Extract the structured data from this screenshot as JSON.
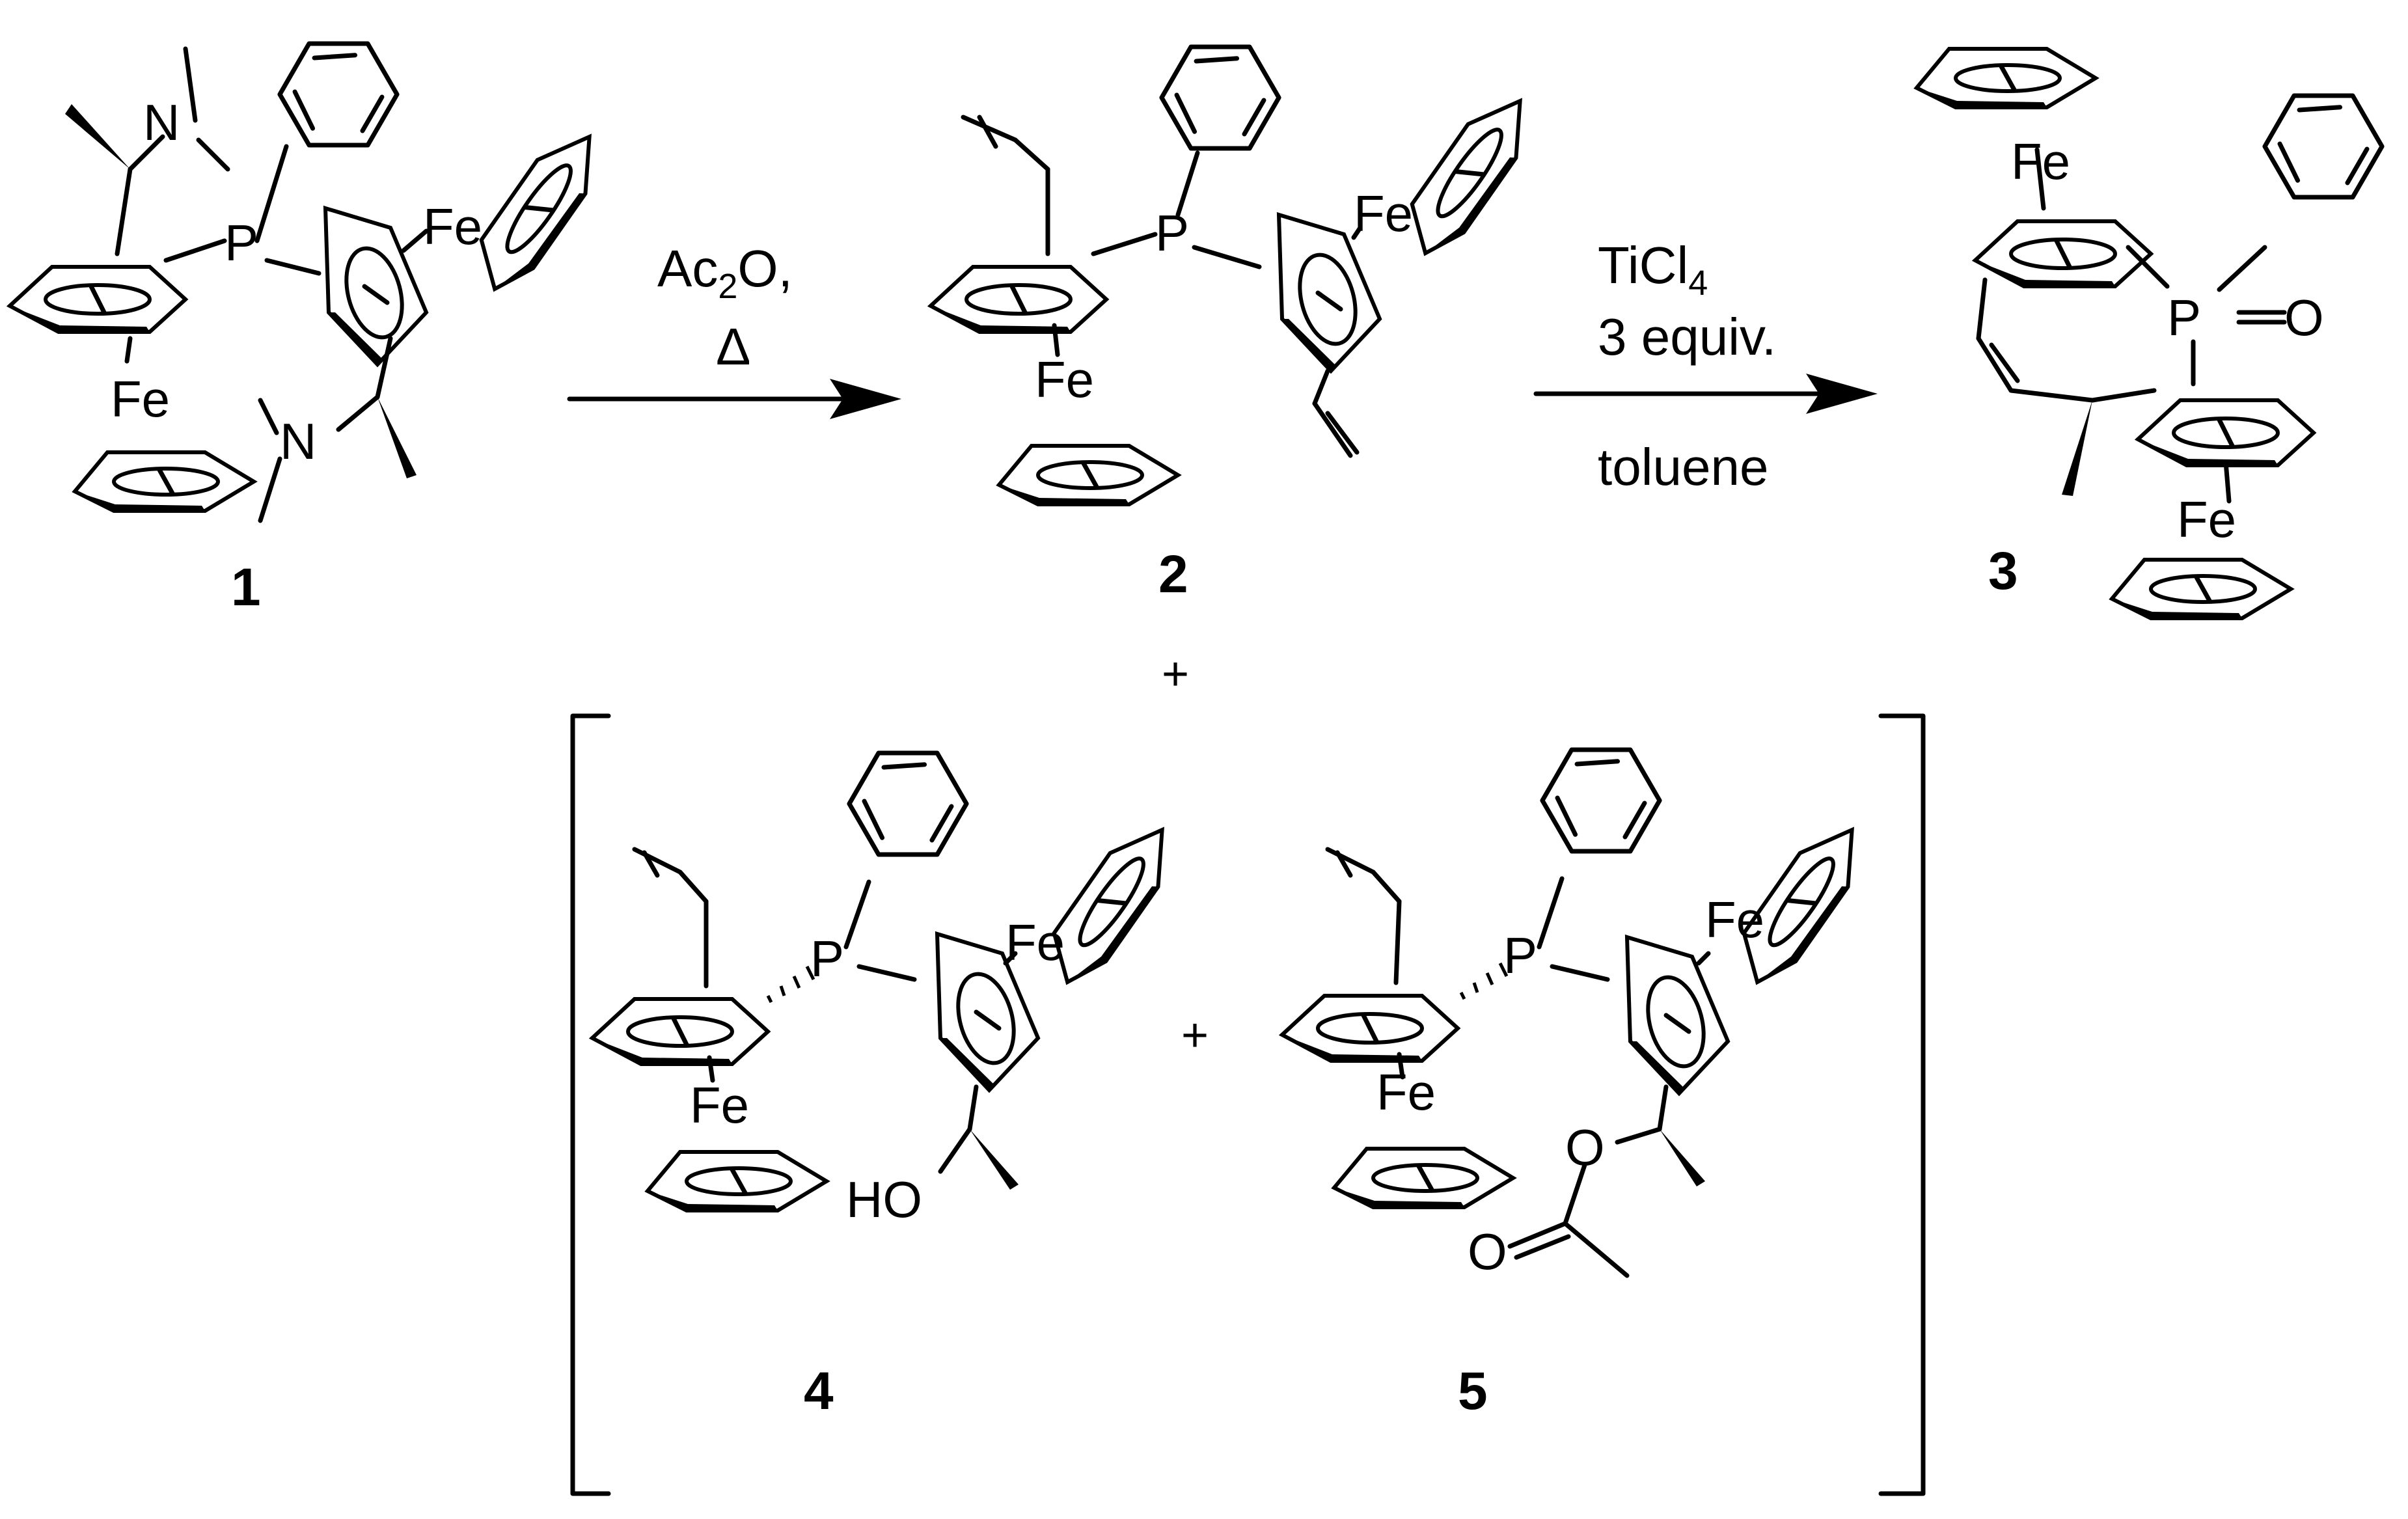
{
  "figure": {
    "atoms": {
      "fe": "Fe",
      "p": "P",
      "n": "N",
      "o": "O",
      "ho": "HO"
    },
    "compounds": {
      "c1": "1",
      "c2": "2",
      "c3": "3",
      "c4": "4",
      "c5": "5"
    },
    "reagents": {
      "step1_line1": "Ac",
      "step1_sub": "2",
      "step1_tail": "O,",
      "step1_line2": "Δ",
      "step2_line1": "TiCl",
      "step2_sub": "4",
      "step2_line2": "3 equiv.",
      "step2_line3": "toluene"
    },
    "plus": "+"
  }
}
